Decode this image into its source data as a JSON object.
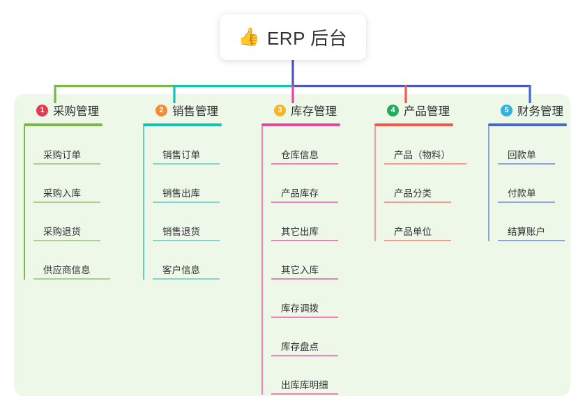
{
  "root": {
    "icon": "thumbs-up-icon",
    "emoji": "👍",
    "title": "ERP 后台"
  },
  "palette": {
    "panel_bg": "#eef8e8",
    "page_bg": "#ffffff",
    "root_stem": "#4c56c0",
    "bus_left": "#7ab648",
    "bus_mid": "#14c3b2",
    "bus_right": "#4c56c0"
  },
  "columns": [
    {
      "index": "1",
      "badge_color": "#e8384f",
      "line_color": "#7ab648",
      "title": "采购管理",
      "items": [
        "采购订单",
        "采购入库",
        "采购退货",
        "供应商信息"
      ]
    },
    {
      "index": "2",
      "badge_color": "#f58a30",
      "line_color": "#14c3b2",
      "title": "销售管理",
      "items": [
        "销售订单",
        "销售出库",
        "销售退货",
        "客户信息"
      ]
    },
    {
      "index": "3",
      "badge_color": "#f6b52a",
      "line_color": "#e8469b",
      "title": "库存管理",
      "items": [
        "仓库信息",
        "产品库存",
        "其它出库",
        "其它入库",
        "库存调拨",
        "库存盘点",
        "出库库明细"
      ]
    },
    {
      "index": "4",
      "badge_color": "#22ad5c",
      "line_color": "#f8564c",
      "title": "产品管理",
      "items": [
        "产品（物料）",
        "产品分类",
        "产品单位"
      ]
    },
    {
      "index": "5",
      "badge_color": "#2bb3e6",
      "line_color": "#4766cf",
      "title": "财务管理",
      "items": [
        "回款单",
        "付款单",
        "结算账户"
      ]
    }
  ]
}
